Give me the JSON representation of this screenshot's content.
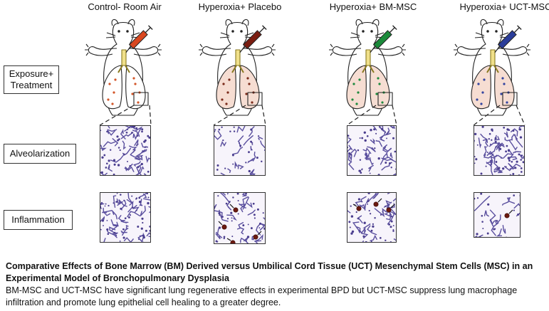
{
  "columns": [
    {
      "title": "Control- Room Air",
      "syringe_color": "#d9471f",
      "dot_color": "#d2562a",
      "lung_fill": "#ffffff"
    },
    {
      "title": "Hyperoxia+ Placebo",
      "syringe_color": "#7a1c10",
      "dot_color": "#7a2a1a",
      "lung_fill": "#f6ddd2"
    },
    {
      "title": "Hyperoxia+ BM-MSC",
      "syringe_color": "#1a8a3a",
      "dot_color": "#1f8a3f",
      "lung_fill": "#f6ddd2"
    },
    {
      "title": "Hyperoxia+ UCT-MSC",
      "syringe_color": "#2a3d9a",
      "dot_color": "#3344a0",
      "lung_fill": "#f6ddd2"
    }
  ],
  "rows": [
    {
      "label": "Exposure+ Treatment"
    },
    {
      "label": "Alveolarization"
    },
    {
      "label": "Inflammation"
    }
  ],
  "caption": {
    "title": "Comparative Effects of Bone Marrow (BM) Derived versus Umbilical Cord Tissue (UCT) Mesenchymal Stem Cells (MSC) in an Experimental Model of Bronchopulmonary Dysplasia",
    "body": "BM-MSC and UCT-MSC have significant lung regenerative effects in experimental BPD but UCT-MSC suppress lung macrophage infiltration and promote lung epithelial cell healing to a greater degree."
  },
  "colors": {
    "tissue_stroke": "#5a4f9e",
    "macrophage": "#6b1a10",
    "arrow": "#111111"
  }
}
